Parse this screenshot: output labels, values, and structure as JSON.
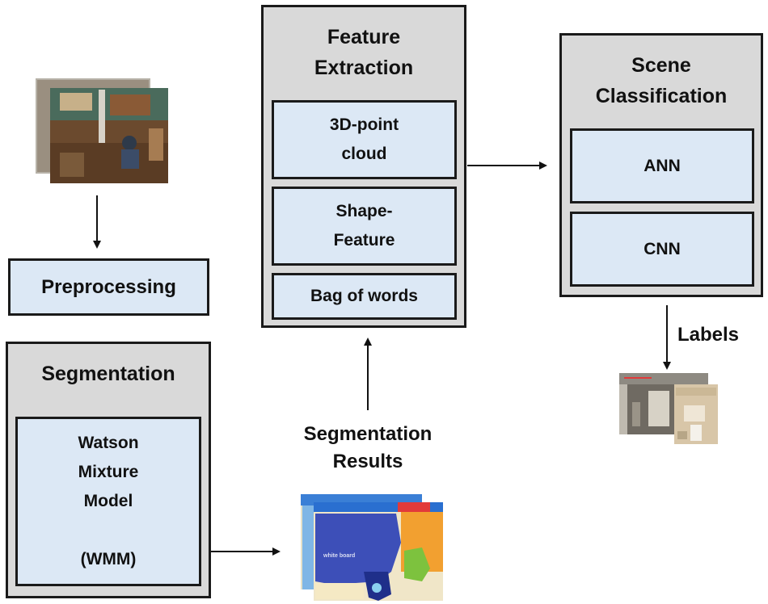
{
  "preprocessing": {
    "label": "Preprocessing"
  },
  "segmentation": {
    "title": "Segmentation",
    "method": "Watson\nMixture\nModel\n\n(WMM)"
  },
  "feature_extraction": {
    "title_line1": "Feature",
    "title_line2": "Extraction",
    "items": [
      "3D-point\ncloud",
      "Shape-\nFeature",
      "Bag of words"
    ]
  },
  "scene_classification": {
    "title_line1": "Scene",
    "title_line2": "Classification",
    "items": [
      "ANN",
      "CNN"
    ]
  },
  "segmentation_results": {
    "line1": "Segmentation",
    "line2": "Results"
  },
  "labels": {
    "text": "Labels"
  },
  "colors": {
    "outer_fill": "#d9d9d9",
    "inner_fill": "#dce8f5",
    "border": "#1a1a1a"
  }
}
